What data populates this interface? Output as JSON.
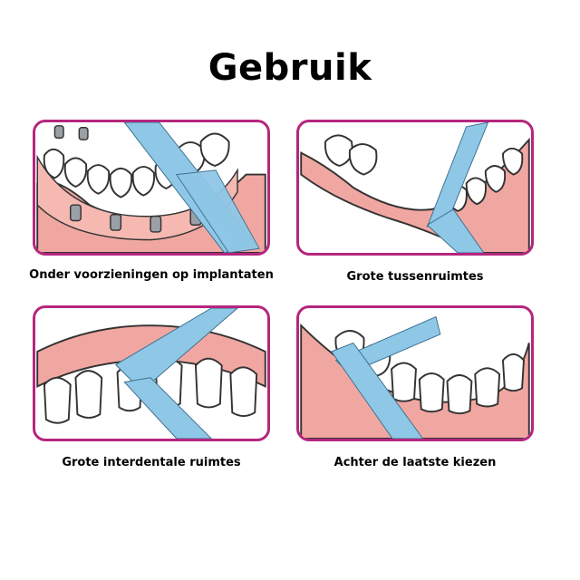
{
  "title": "Gebruik",
  "panels": [
    {
      "caption": "Onder voorzieningen op implantaten"
    },
    {
      "caption": "Grote tussenruimtes"
    },
    {
      "caption": "Grote interdentale ruimtes"
    },
    {
      "caption": "Achter de laatste kiezen"
    }
  ],
  "colors": {
    "frame": "#b5267e",
    "gum": "#f1a7a1",
    "floss": "#8fc7e6",
    "tooth": "#ffffff"
  }
}
